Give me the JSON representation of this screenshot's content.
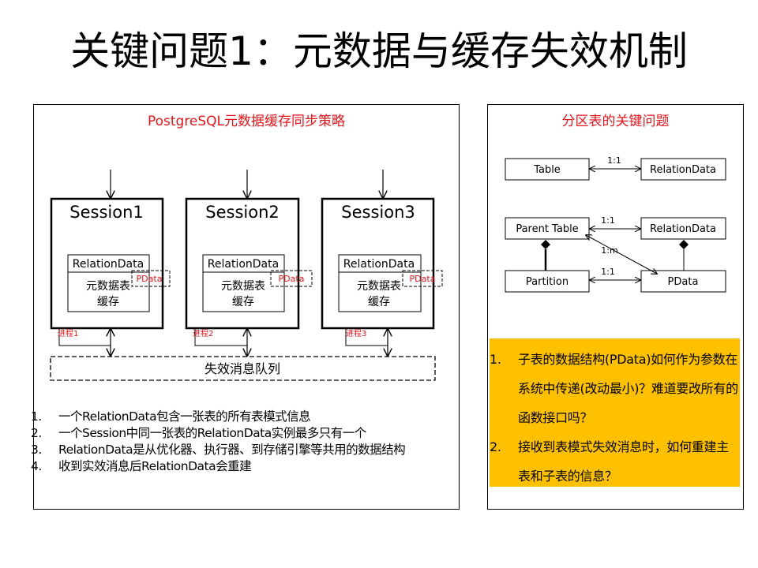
{
  "title": "关键问题1：元数据与缓存失效机制",
  "left": {
    "panel_title": "PostgreSQL元数据缓存同步策略",
    "sessions": [
      {
        "name": "Session1",
        "relation_label": "RelationData",
        "pdata_label": "PData",
        "cache_line1": "元数据表",
        "cache_line2": "缓存",
        "process_label": "进程1"
      },
      {
        "name": "Session2",
        "relation_label": "RelationData",
        "pdata_label": "PData",
        "cache_line1": "元数据表",
        "cache_line2": "缓存",
        "process_label": "进程2"
      },
      {
        "name": "Session3",
        "relation_label": "RelationData",
        "pdata_label": "PData",
        "cache_line1": "元数据表",
        "cache_line2": "缓存",
        "process_label": "进程3"
      }
    ],
    "queue_label": "失效消息队列",
    "notes": [
      {
        "num": "1.",
        "text": "一个RelationData包含一张表的所有表模式信息"
      },
      {
        "num": "2.",
        "text": "一个Session中同一张表的RelationData实例最多只有一个"
      },
      {
        "num": "3.",
        "text": "RelationData是从优化器、执行器、到存储引擎等共用的数据结构"
      },
      {
        "num": "4.",
        "text": "收到实效消息后RelationData会重建"
      }
    ]
  },
  "right": {
    "panel_title": "分区表的关键问题",
    "diagram": {
      "table": "Table",
      "relation_data_1": "RelationData",
      "ratio_1": "1:1",
      "parent_table": "Parent  Table",
      "relation_data_2": "RelationData",
      "ratio_2": "1:1",
      "ratio_m": "1:m",
      "partition": "Partition",
      "pdata": "PData",
      "ratio_3": "1:1"
    },
    "issues": [
      {
        "num": "1.",
        "text": "子表的数据结构(PData)如何作为参数在系统中传递(改动最小)？难道要改所有的函数接口吗？"
      },
      {
        "num": "2.",
        "text": "接收到表模式失效消息时，如何重建主表和子表的信息？"
      }
    ],
    "issues_bg": "#ffc000"
  },
  "colors": {
    "accent_red": "#e8141b",
    "highlight": "#ffc000"
  }
}
